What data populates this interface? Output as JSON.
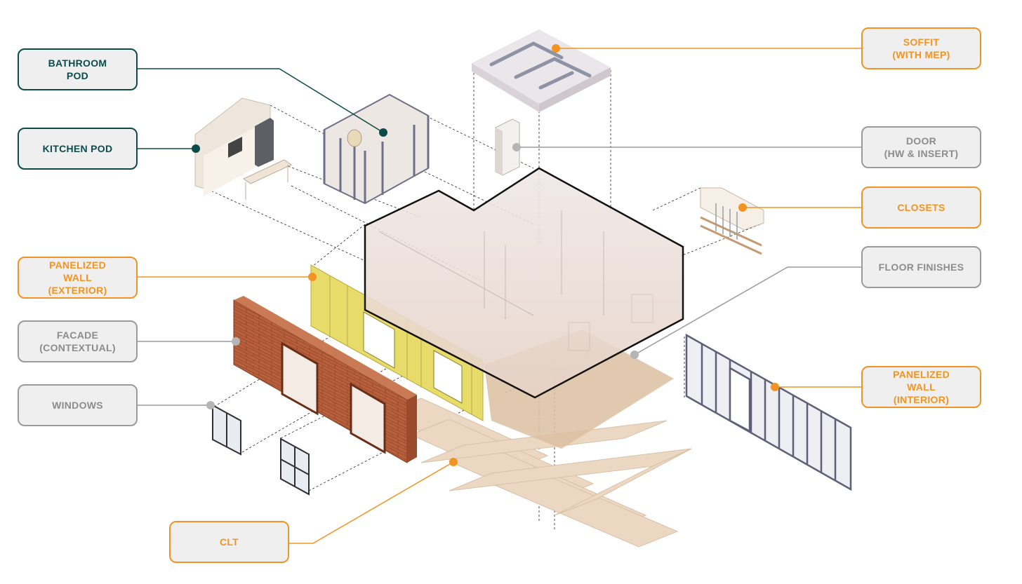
{
  "colors": {
    "teal": "#0d4a4a",
    "orange": "#f29423",
    "grey": "#9a9a9a",
    "box_fill": "#efefef"
  },
  "labels": {
    "bathroom_pod": "BATHROOM\nPOD",
    "kitchen_pod": "KITCHEN POD",
    "panelized_wall_exterior": "PANELIZED\nWALL\n(EXTERIOR)",
    "facade": "FACADE\n(CONTEXTUAL)",
    "windows": "WINDOWS",
    "clt": "CLT",
    "soffit": "SOFFIT\n(WITH MEP)",
    "door": "DOOR\n(HW & INSERT)",
    "closets": "CLOSETS",
    "floor_finishes": "FLOOR FINISHES",
    "panelized_wall_interior": "PANELIZED\nWALL\n(INTERIOR)"
  }
}
